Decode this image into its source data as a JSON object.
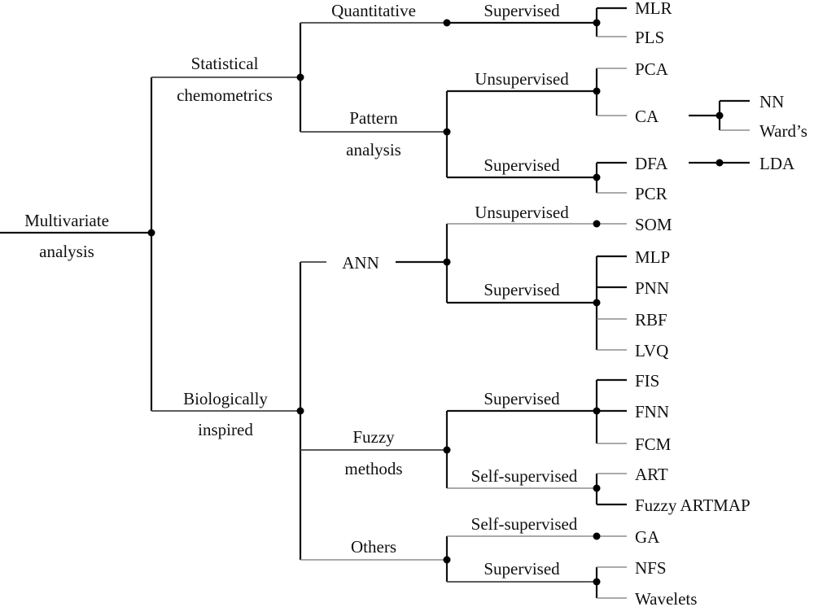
{
  "root": {
    "line1": "Multivariate",
    "line2": "analysis"
  },
  "level1": {
    "statistical": {
      "line1": "Statistical",
      "line2": "chemometrics"
    },
    "biological": {
      "line1": "Biologically",
      "line2": "inspired"
    }
  },
  "level2": {
    "quantitative": "Quantitative",
    "pattern": {
      "line1": "Pattern",
      "line2": "analysis"
    },
    "ann": "ANN",
    "fuzzy": {
      "line1": "Fuzzy",
      "line2": "methods"
    },
    "others": "Others"
  },
  "level3": {
    "quant_supervised": "Supervised",
    "pattern_unsupervised": "Unsupervised",
    "pattern_supervised": "Supervised",
    "ann_unsupervised": "Unsupervised",
    "ann_supervised": "Supervised",
    "fuzzy_supervised": "Supervised",
    "fuzzy_selfsupervised": "Self-supervised",
    "others_selfsupervised": "Self-supervised",
    "others_supervised": "Supervised"
  },
  "leaves": {
    "mlr": "MLR",
    "pls": "PLS",
    "pca": "PCA",
    "ca": "CA",
    "nn": "NN",
    "wards": "Ward’s",
    "dfa": "DFA",
    "lda": "LDA",
    "pcr": "PCR",
    "som": "SOM",
    "mlp": "MLP",
    "pnn": "PNN",
    "rbf": "RBF",
    "lvq": "LVQ",
    "fis": "FIS",
    "fnn": "FNN",
    "fcm": "FCM",
    "art": "ART",
    "fuzzy_artmap": "Fuzzy ARTMAP",
    "ga": "GA",
    "nfs": "NFS",
    "wavelets": "Wavelets"
  }
}
